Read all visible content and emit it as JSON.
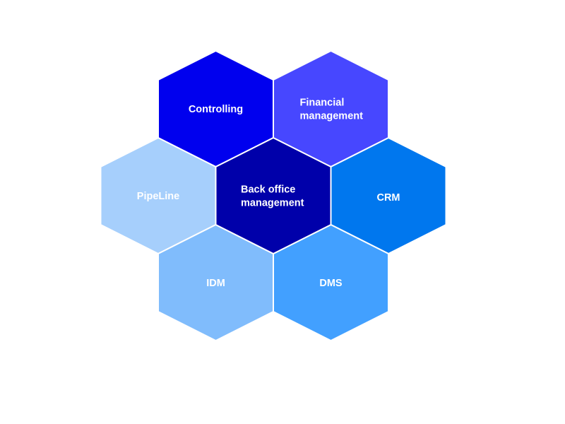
{
  "diagram": {
    "type": "hexagon-cluster",
    "center": {
      "id": "back-office-management",
      "label_lines": [
        "Back office",
        "management"
      ],
      "color": "#0000aa"
    },
    "cells": [
      {
        "id": "controlling",
        "label_lines": [
          "Controlling"
        ],
        "color": "#0000ee",
        "position": "top-left"
      },
      {
        "id": "financial-management",
        "label_lines": [
          "Financial",
          "management"
        ],
        "color": "#4747ff",
        "position": "top-right"
      },
      {
        "id": "pipeline",
        "label_lines": [
          "PipeLine"
        ],
        "color": "#a6cffc",
        "position": "left"
      },
      {
        "id": "crm",
        "label_lines": [
          "CRM"
        ],
        "color": "#0077ee",
        "position": "right"
      },
      {
        "id": "idm",
        "label_lines": [
          "IDM"
        ],
        "color": "#80bcfc",
        "position": "bottom-left"
      },
      {
        "id": "dms",
        "label_lines": [
          "DMS"
        ],
        "color": "#42a0ff",
        "position": "bottom-right"
      }
    ],
    "border_color": "#ffffff"
  }
}
